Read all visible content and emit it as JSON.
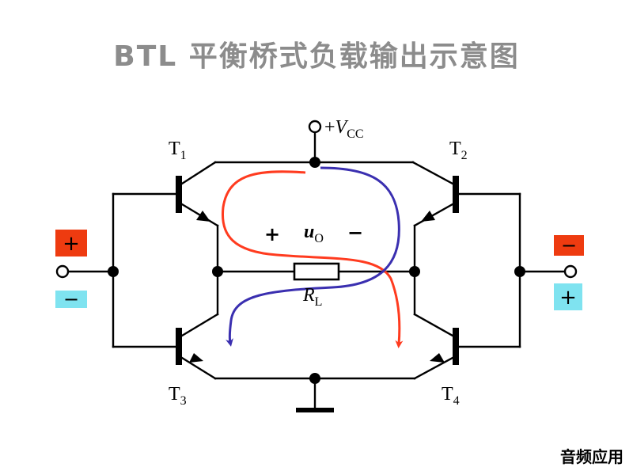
{
  "title": "BTL 平衡桥式负载输出示意图",
  "watermark": "音频应用",
  "supply": {
    "prefix": "+",
    "symbol": "V",
    "subscript": "CC"
  },
  "transistors": {
    "t1": {
      "letter": "T",
      "index": "1"
    },
    "t2": {
      "letter": "T",
      "index": "2"
    },
    "t3": {
      "letter": "T",
      "index": "3"
    },
    "t4": {
      "letter": "T",
      "index": "4"
    }
  },
  "output_voltage": {
    "plus": "+",
    "symbol": "u",
    "subscript": "O",
    "minus": "−"
  },
  "load": {
    "symbol": "R",
    "subscript": "L"
  },
  "left_input": {
    "top_sign": "+",
    "bottom_sign": "−"
  },
  "right_input": {
    "top_sign": "−",
    "bottom_sign": "+"
  },
  "colors": {
    "wire": "#000000",
    "current_red": "#ff3b1f",
    "current_blue": "#3a2fb0",
    "badge_red": "#ee3b10",
    "badge_cyan": "#7fe3f0",
    "title_gray": "#8c8c8c"
  }
}
